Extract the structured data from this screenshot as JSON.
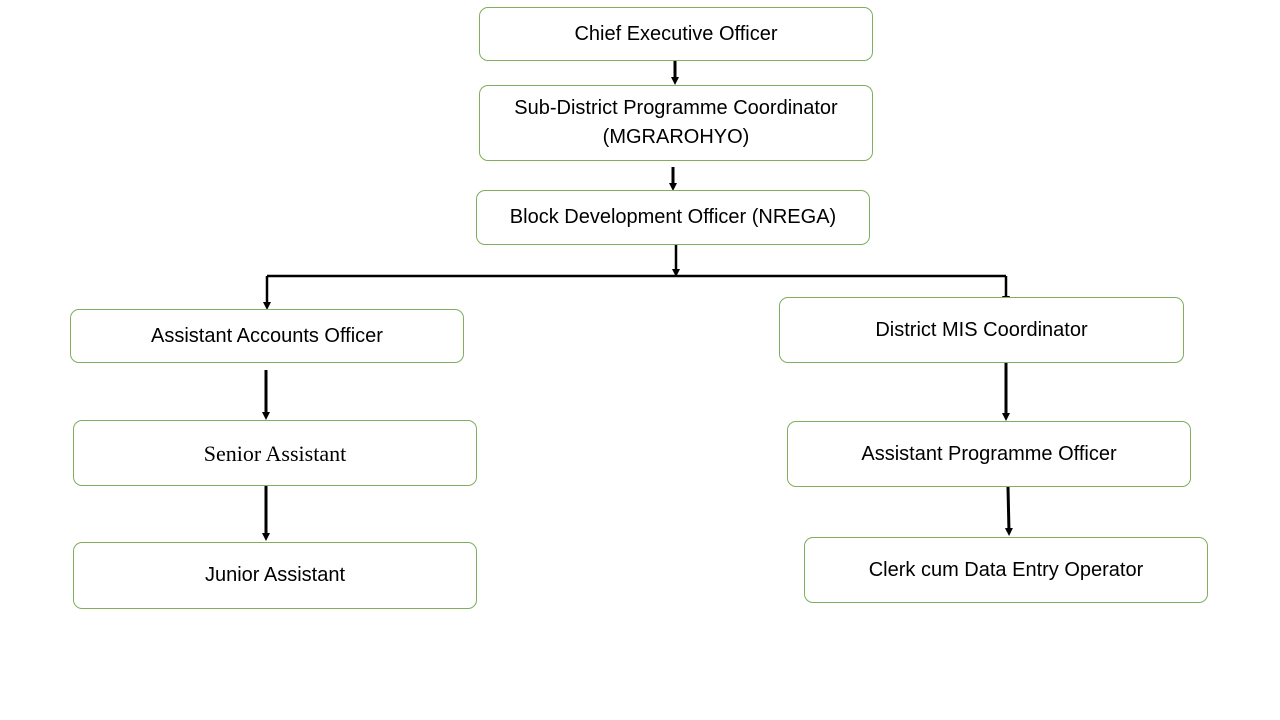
{
  "diagram": {
    "nodes": {
      "ceo": "Chief Executive Officer",
      "sdpc": "Sub-District Programme Coordinator\n(MGRAROHYO)",
      "bdo": "Block Development Officer (NREGA)",
      "aao": "Assistant Accounts Officer",
      "senior_assistant": "Senior Assistant",
      "junior_assistant": "Junior Assistant",
      "dmc": "District MIS Coordinator",
      "apo": "Assistant Programme Officer",
      "clerk": "Clerk cum Data Entry Operator"
    },
    "edges": [
      [
        "ceo",
        "sdpc"
      ],
      [
        "sdpc",
        "bdo"
      ],
      [
        "bdo",
        "aao"
      ],
      [
        "bdo",
        "dmc"
      ],
      [
        "aao",
        "senior_assistant"
      ],
      [
        "senior_assistant",
        "junior_assistant"
      ],
      [
        "dmc",
        "apo"
      ],
      [
        "apo",
        "clerk"
      ]
    ],
    "colors": {
      "box_border": "#7fae5e",
      "connector": "#000000"
    }
  }
}
